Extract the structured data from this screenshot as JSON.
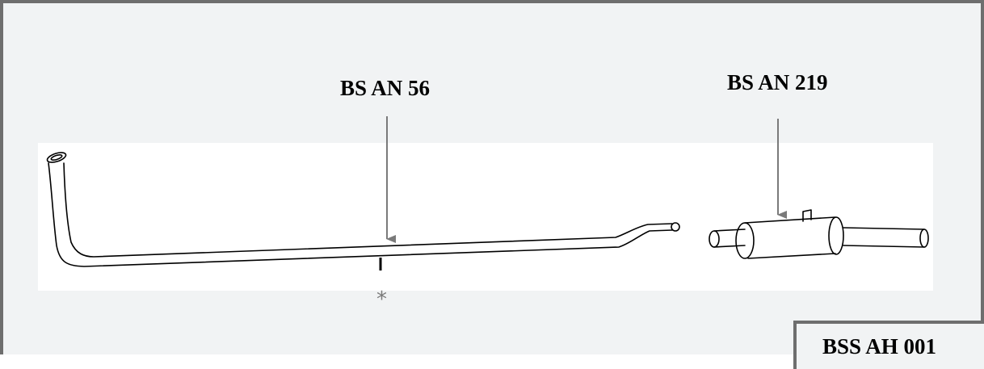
{
  "parts": [
    {
      "id": "an56",
      "label": "BS AN 56"
    },
    {
      "id": "an219",
      "label": "BS AN 219"
    }
  ],
  "marker_symbol": "*",
  "reference_code": "BSS AH 001",
  "colors": {
    "frame_border": "#6e6e6e",
    "background": "#f1f3f4",
    "drawing_area": "#ffffff",
    "arrow": "#7a7a7a",
    "asterisk": "#7a7a7a"
  }
}
